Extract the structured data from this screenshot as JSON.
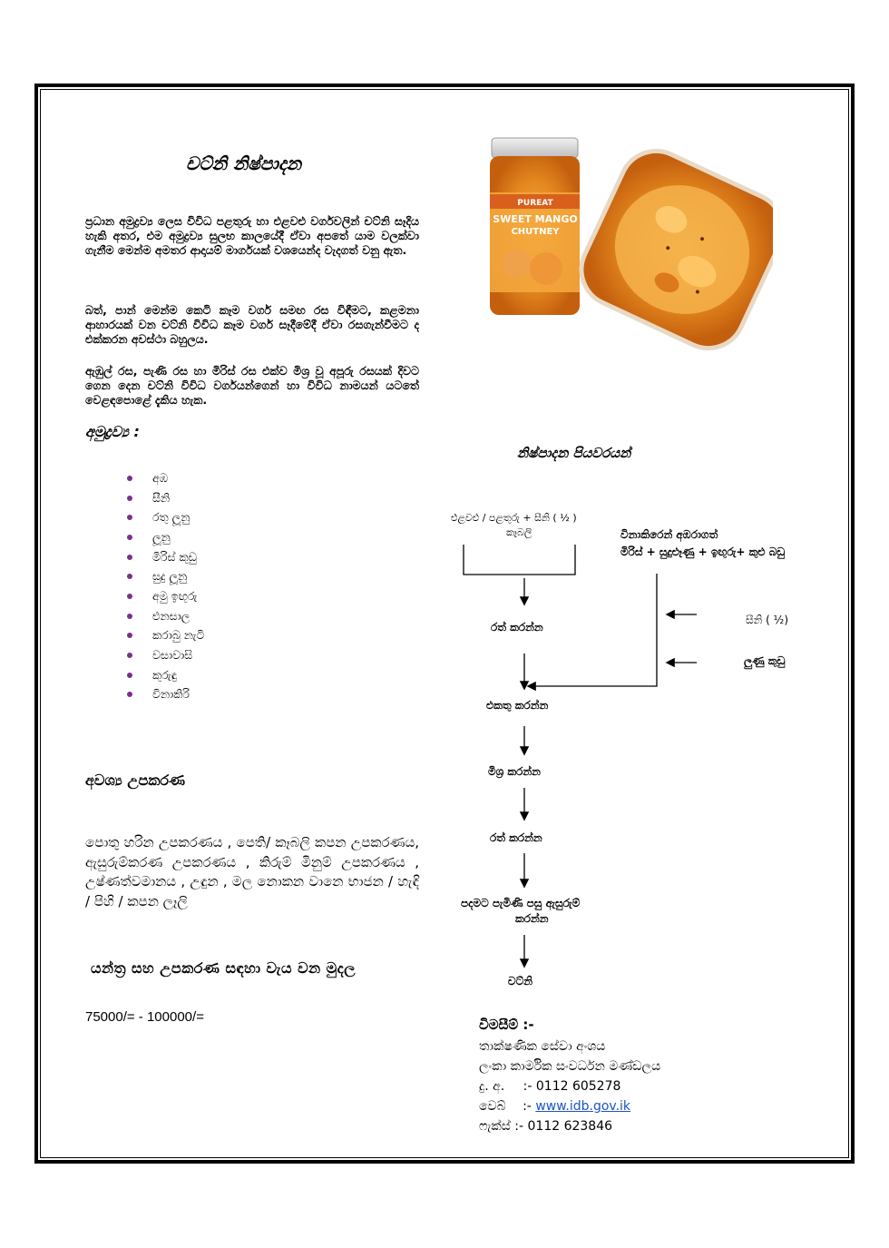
{
  "title": "චට්නි නිෂ්පාදන",
  "intro": [
    "ප්‍රධාන අමුද්‍රව්‍ය ලෙස විවිධ පළතුරු හා එළවළු වර්ගවලින් චට්නි සෑදිය හැකි අතර, එම අමුද්‍රව්‍ය සුලභ කාලයේදී ඒවා අපතේ යාම වලක්වා ගැනීම මෙන්ම අමතර ආදායම් මාර්ගයක් වශයෙන්ද වැදගත් වනු ඇත.",
    "බත්, පාන් මෙන්ම කෙටි කෑම වර්ග සමඟ රස විඳීමට, කළමනා ආහාරයක් වන චට්නි විවිධ කෑම වර්ග සෑදීමේදී ඒවා රසගැන්වීමට ද එක්කරන අවස්ථා බහුලය.",
    "ඇඹුල් රස, පැණි රස හා මිරිස් රස එක්ව මිශ්‍ර වූ අපූරු රසයක් දිවට ගෙන දෙන චට්නි විවිධ වර්ගයන්ගෙන් හා විවිධ නාමයන් යටතේ වෙළඳපොළේ දැකිය හැක."
  ],
  "ingredients_heading": "අමුද්‍රව්‍ය :",
  "ingredients": [
    "අඹ",
    "සීනි",
    "රතු ලූනු",
    "ලූනු",
    "මිරිස් කුඩු",
    "සුදු ලූනු",
    "අමු ඉඟුරු",
    "එනසාල",
    "කරාබු නැටි",
    "වසාවාසි",
    "කුරුඳු",
    "විනාකිරි"
  ],
  "equipment_heading": "අවශ්‍ය උපකරණ",
  "equipment_text": "පොතු හරින උපකරණය , පෙති/ කෑබලි කපන උපකරණය, ඇසුරුම්කරණ උපකරණය , කිරුම් මිනුම් උපකරණය , උෂ්ණත්වමානය , උඳුන , මල නොකන වානෙ භාජන / හැඳි / පිහි / කපන ලෑලි",
  "price_heading": "යන්ත්‍ර සහ උපකරණ සඳහා වැය වන මුදල",
  "price": "75000/= - 100000/=",
  "photo_labels": {
    "brand": "PUREAT",
    "product_line1": "SWEET MANGO",
    "product_line2": "CHUTNEY"
  },
  "flow": {
    "title": "නිෂ්පාදන පියවරයන්",
    "start_line1": "එළවළු / පළතුරු + සීනි ( ½ )",
    "start_line2": "කෑබලි",
    "side_line1": "විනාකිරෙන් අඹරාගත්",
    "side_line2": "මිරිස් + සුදුළූණු + ඉඟුරු+ කුළු බඩු",
    "input_sugar": "සීනි ( ½)",
    "input_salt": "ලුණු කුඩු",
    "steps": [
      "රත් කරන්න",
      "එකතු කරන්න",
      "මිශ්‍ර කරන්න",
      "රත් කරන්න"
    ],
    "pack_line1": "පදමට පැමිණි පසු ඇසුරුම්",
    "pack_line2": "කරන්න",
    "end": "චට්නි"
  },
  "contact": {
    "heading": "විමසීම් :-",
    "line1": "තාක්ෂණික සේවා අංශය",
    "line2": "ලංකා කාර්මික සංවර්ධන මණ්ඩලය",
    "phone_label": "දු. අ.",
    "phone": ":- 0112 605278",
    "web_label": "වෙබ්",
    "web_sep": ":-",
    "web": "www.idb.gov.ik",
    "fax_label": "ෆැක්ස් :-",
    "fax": "0112 623846"
  },
  "colors": {
    "bullet": "#7b2f8e",
    "link": "#1a55c9",
    "chutney": "#e58a1f"
  }
}
